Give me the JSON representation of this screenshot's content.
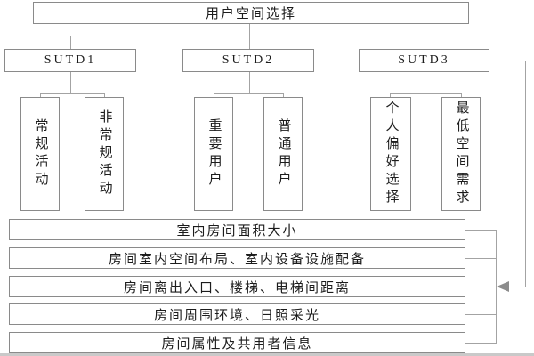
{
  "diagram": {
    "title_node": {
      "label": "用户空间选择"
    },
    "groups": [
      {
        "label": "SUTD1",
        "children": [
          {
            "label": "常规活动"
          },
          {
            "label": "非常规活动"
          }
        ]
      },
      {
        "label": "SUTD2",
        "children": [
          {
            "label": "重要用户"
          },
          {
            "label": "普通用户"
          }
        ]
      },
      {
        "label": "SUTD3",
        "children": [
          {
            "label": "个人偏好选择"
          },
          {
            "label": "最低空间需求"
          }
        ]
      }
    ],
    "criteria": [
      "室内房间面积大小",
      "房间室内空间布局、室内设备设施配备",
      "房间离出入口、楼梯、电梯间距离",
      "房间周围环境、日照采光",
      "房间属性及共用者信息"
    ],
    "colors": {
      "box_border": "#8a8a8a",
      "connector": "#a3a3a3",
      "arrow": "#8c8c8c",
      "text": "#1c1c1c",
      "background": "#ffffff"
    }
  }
}
